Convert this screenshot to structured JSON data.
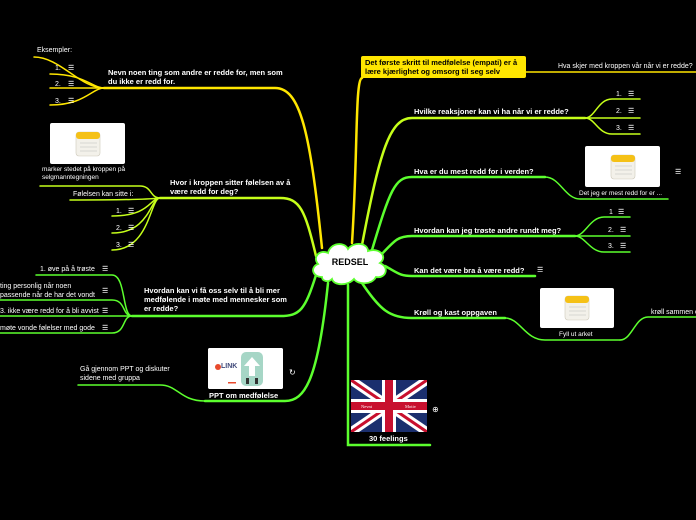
{
  "central_topic": "REDSEL",
  "left": {
    "examples_topic": {
      "title": "Nevn noen ting som andre er redde for, men som du ikke er redd for.",
      "header": "Eksempler:",
      "items": [
        "1.",
        "2.",
        "3."
      ],
      "note_icon": "note-icon"
    },
    "body_topic": {
      "title": "Hvor i kroppen sitter følelsen av å være redd for deg?",
      "image_caption": "marker stedet på kroppen på selgmanntegningen",
      "feeling_label": "Følelsen kan sitte i:",
      "items": [
        "1.",
        "2.",
        "3."
      ],
      "image_icon": "notepad-icon"
    },
    "empathy_topic": {
      "title": "Hvordan kan vi få oss selv til å bli mer medfølende i møte med mennesker som er redde?",
      "items": [
        "1. øve på å trøste",
        "ting personlig når noen\npassende når de har det vondt",
        "3. ikke være redd for å bli avvist",
        "møte vonde følelser med gode"
      ]
    },
    "ppt_topic": {
      "title": "PPT om medfølelse",
      "side_note": "Gå gjennom PPT og diskuter sidene med gruppa",
      "thumb_logo": "LINK",
      "link_icon": "link-icon"
    }
  },
  "right": {
    "first_step": {
      "title": "Det første skritt til medfølelse (empati) er å lære kjærlighet og omsorg til seg selv",
      "question": "Hva skjer med kroppen vår når vi er redde?"
    },
    "reactions": {
      "title": "Hvilke reaksjoner kan vi ha når vi er redde?",
      "items": [
        "1.",
        "2.",
        "3."
      ]
    },
    "most_afraid": {
      "title": "Hva er du mest redd for i verden?",
      "image_caption": "Det jeg er mest redd for er ...",
      "image_icon": "notepad-icon"
    },
    "comfort": {
      "title": "Hvordan kan jeg trøste andre rundt meg?",
      "items": [
        "1",
        "2.",
        "3."
      ]
    },
    "be_brave": {
      "title": "Kan det være bra å være redd?"
    },
    "task": {
      "title": "Krøll og kast oppgaven",
      "image_caption": "Fyll ut arket",
      "side_note": "krøll sammen o",
      "image_icon": "notepad-icon"
    },
    "feelings": {
      "title": "30 feelings",
      "flag_top_left": "Nevnt",
      "flag_top_right": "Motiv",
      "link_icon": "globe-link-icon"
    }
  },
  "colors": {
    "background": "#000000",
    "yellow_branch": "#ffe600",
    "green_branch": "#5cff2e",
    "lime_branch": "#c6ff1a",
    "center_fill": "#ffffff"
  }
}
